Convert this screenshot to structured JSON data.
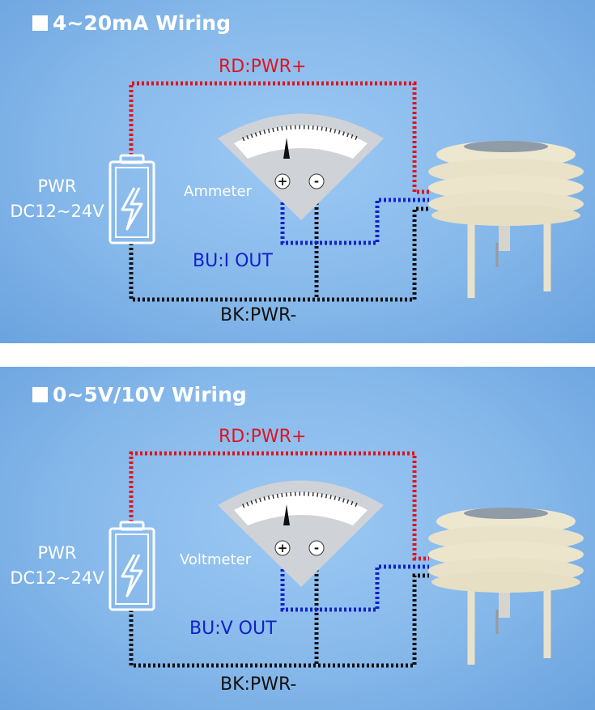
{
  "panels": [
    {
      "title": "4~20mA Wiring",
      "red_label": "RD:PWR+",
      "blue_label": "BU:I OUT",
      "black_label": "BK:PWR-",
      "power_line1": "PWR",
      "power_line2": "DC12~24V",
      "meter_label": "Ammeter",
      "plus": "+",
      "minus": "-"
    },
    {
      "title": "0~5V/10V Wiring",
      "red_label": "RD:PWR+",
      "blue_label": "BU:V OUT",
      "black_label": "BK:PWR-",
      "power_line1": "PWR",
      "power_line2": "DC12~24V",
      "meter_label": "Voltmeter",
      "plus": "+",
      "minus": "-"
    }
  ],
  "colors": {
    "red_wire": "#e0141e",
    "blue_wire": "#1022c8",
    "black_wire": "#111111",
    "background": "#86b8ea"
  },
  "icons": [
    "battery-icon",
    "lightning-icon",
    "meter-dial-icon",
    "sensor-shield-icon"
  ]
}
